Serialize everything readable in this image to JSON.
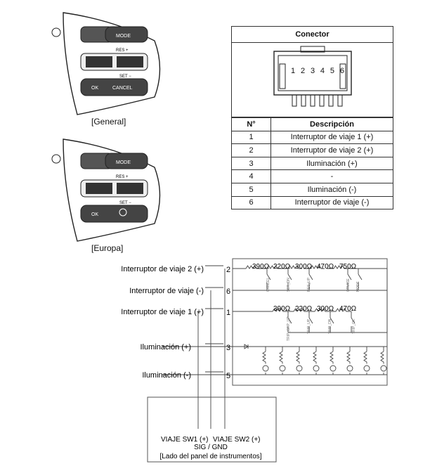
{
  "switch_images": [
    {
      "caption": "[General]",
      "buttons": {
        "mode": "MODE",
        "res": "RES +",
        "set": "SET −",
        "ok": "OK",
        "cancel": "CANCEL"
      }
    },
    {
      "caption": "[Europa]",
      "buttons": {
        "mode": "MODE",
        "res": "RES +",
        "set": "SET −",
        "ok": "OK"
      }
    }
  ],
  "connector_table": {
    "title": "Conector",
    "pin_numbers": [
      "1",
      "2",
      "3",
      "4",
      "5",
      "6"
    ],
    "headers": [
      "N°",
      "Descripción"
    ],
    "rows": [
      {
        "n": "1",
        "desc": "Interruptor de viaje 1 (+)"
      },
      {
        "n": "2",
        "desc": "Interruptor de viaje 2 (+)"
      },
      {
        "n": "3",
        "desc": "Iluminación (+)"
      },
      {
        "n": "4",
        "desc": "-"
      },
      {
        "n": "5",
        "desc": "Iluminación (-)"
      },
      {
        "n": "6",
        "desc": "Interruptor de viaje (-)"
      }
    ]
  },
  "circuit": {
    "inputs": [
      {
        "label": "Interruptor de viaje 2 (+)",
        "pin": "2"
      },
      {
        "label": "Interruptor de viaje (-)",
        "pin": "6"
      },
      {
        "label": "Interruptor de viaje 1 (+)",
        "pin": "1"
      },
      {
        "label": "Iluminación (+)",
        "pin": "3"
      },
      {
        "label": "Iluminación (-)",
        "pin": "5"
      }
    ],
    "row1_resistors": [
      "390Ω",
      "220Ω",
      "300Ω",
      "470Ω",
      "750Ω"
    ],
    "row1_switches": [
      "CANCEL",
      "SET_DN",
      "RES_UP",
      "CRUISE",
      "MODE"
    ],
    "row2_resistors": [
      "390Ω",
      "220Ω",
      "300Ω",
      "470Ω"
    ],
    "row2_switches": [
      "TRIP_GRP_UP",
      "TRIP_UP",
      "TRIP_DN",
      "TRIP_OK"
    ],
    "cluster": {
      "sw1": "VIAJE SW1 (+)",
      "sw2": "VIAJE SW2 (+)",
      "sig": "SIG / GND",
      "caption": "[Lado del panel de instrumentos]"
    }
  }
}
